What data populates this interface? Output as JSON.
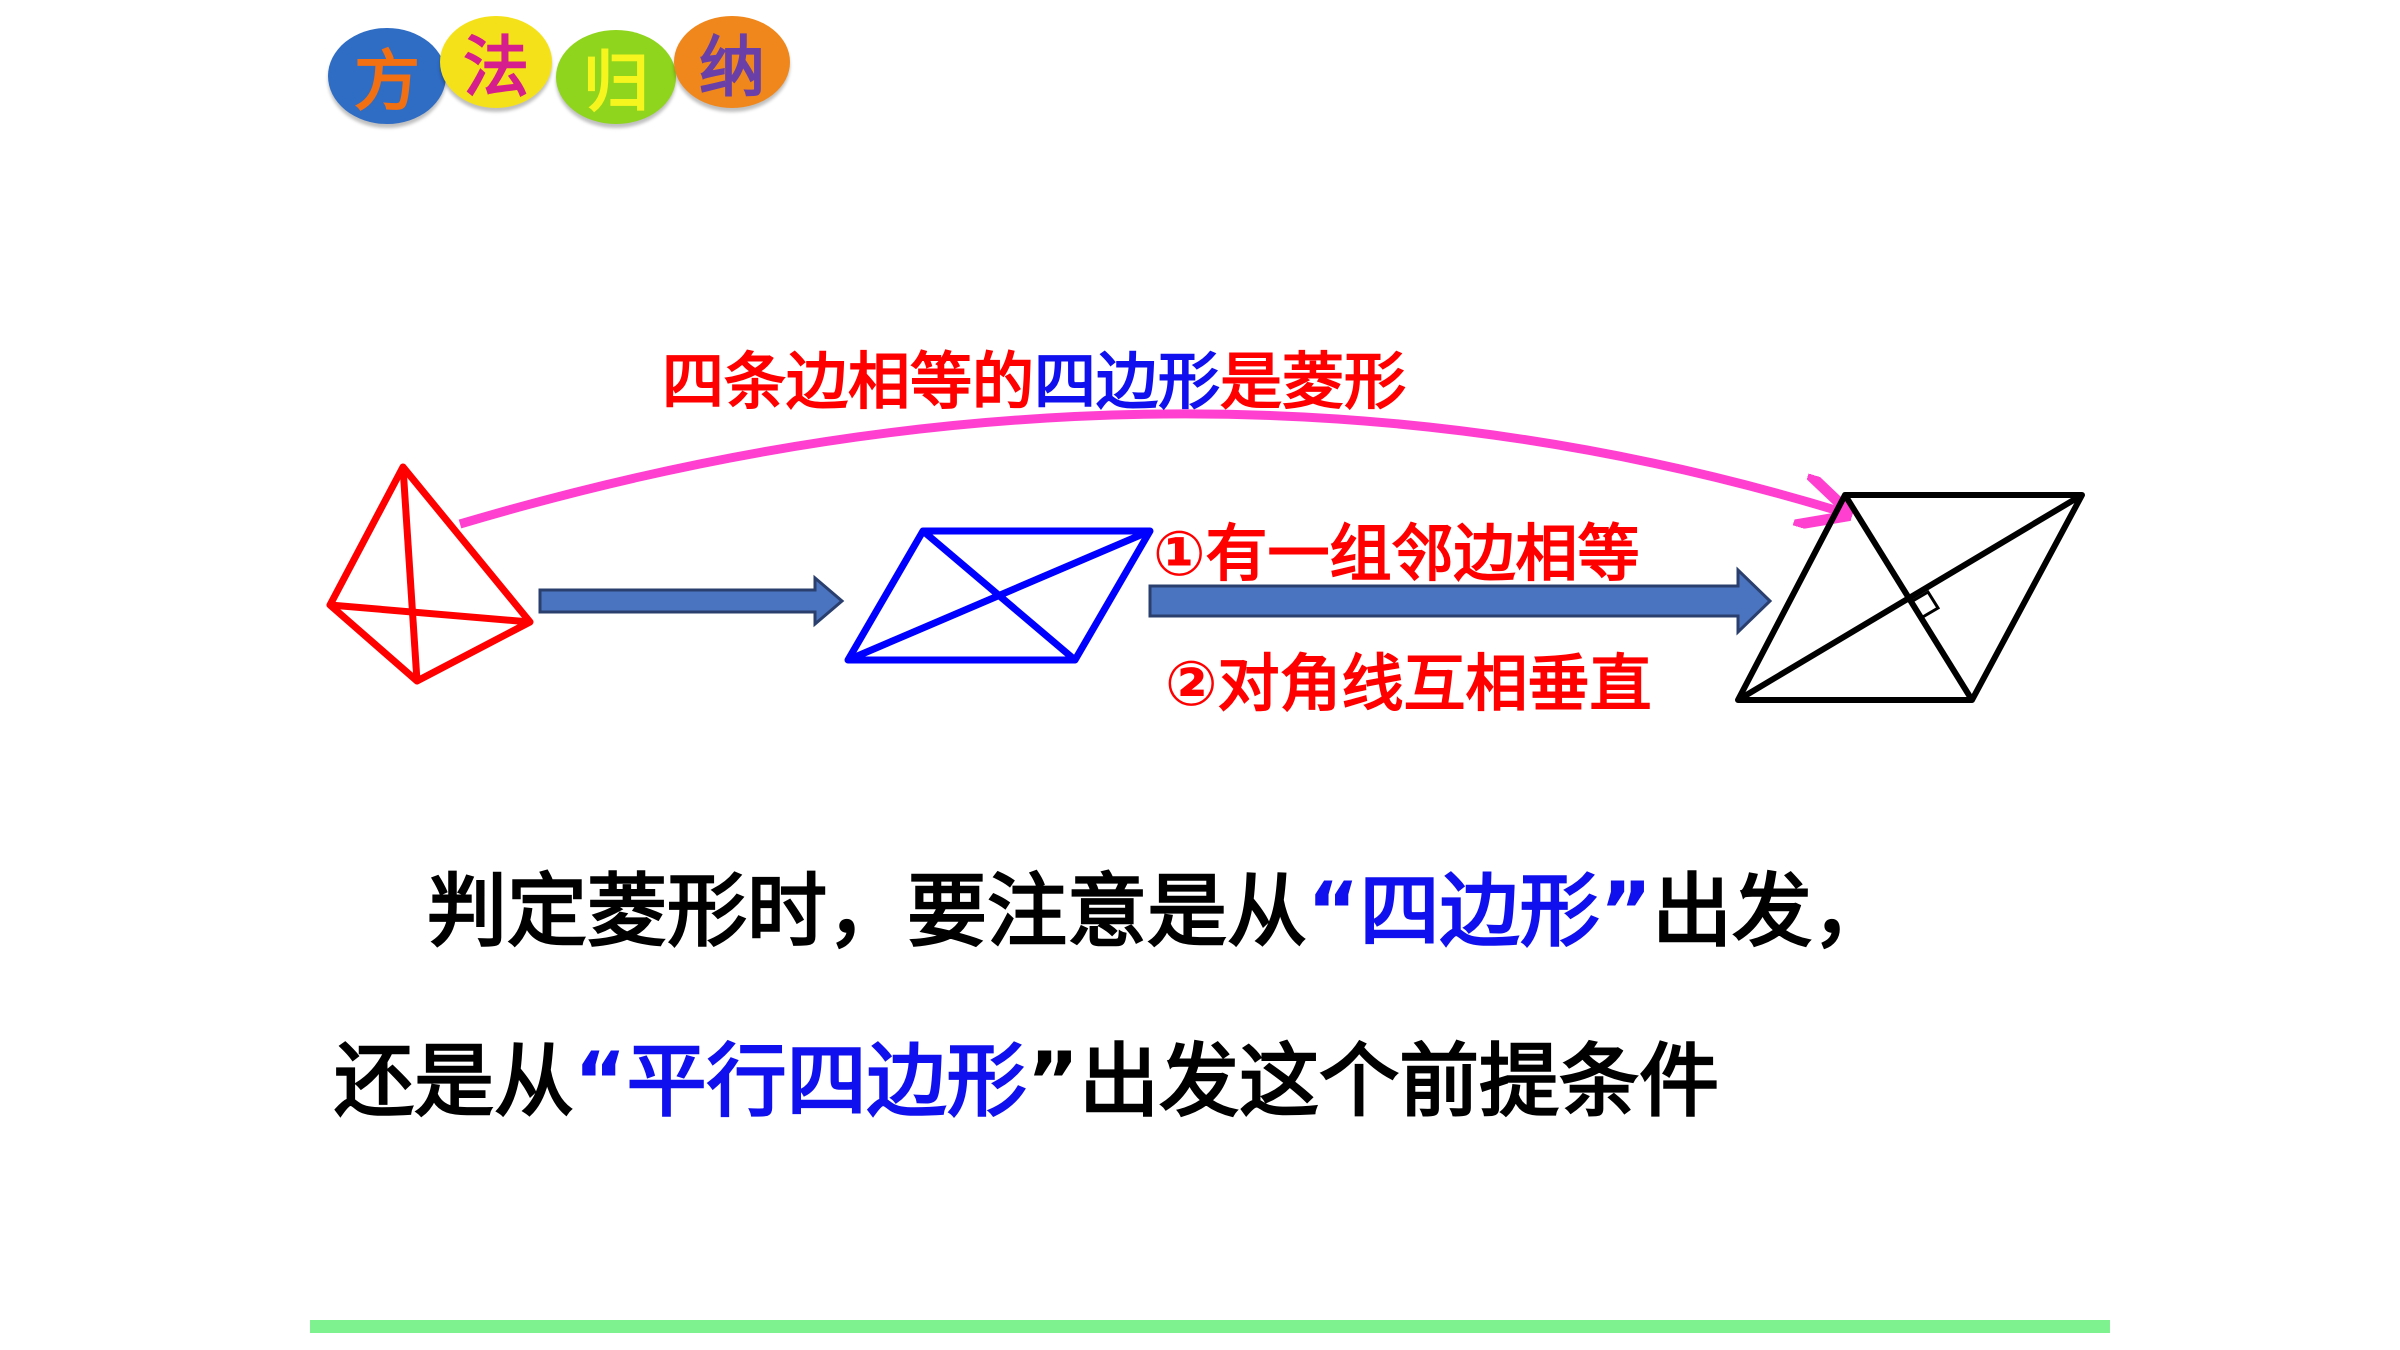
{
  "header": {
    "badges": [
      {
        "char": "方",
        "bg": "#2f6cc4",
        "fg": "#f26f12"
      },
      {
        "char": "法",
        "bg": "#f5e11a",
        "fg": "#d61f8c"
      },
      {
        "char": "归",
        "bg": "#8fd41d",
        "fg": "#f6f61e"
      },
      {
        "char": "纳",
        "bg": "#f0871c",
        "fg": "#6a3fa8"
      }
    ]
  },
  "diagram": {
    "top_label": {
      "part1": "四条边相等的",
      "part2": "四边形",
      "part3": "是菱形"
    },
    "condition_1": "①有一组邻边相等",
    "condition_2": "②对角线互相垂直",
    "colors": {
      "quadrilateral": "#ff0000",
      "parallelogram": "#0000ff",
      "rhombus": "#000000",
      "curve_arrow": "#ff3fd0",
      "block_arrow_fill": "#4a74c0",
      "block_arrow_stroke": "#2a3f6e",
      "label_red": "#ff0000",
      "label_blue": "#1010ee"
    }
  },
  "text": {
    "line1": {
      "part1": "判定菱形时，要注意是从",
      "quote_open": "“",
      "highlight": "四边形",
      "quote_close": "”",
      "part2": "出发，"
    },
    "line2": {
      "part1": "还是从",
      "quote_open": "“",
      "highlight": "平行四边形",
      "quote_close": "”",
      "part2": "出发这个前提条件"
    }
  },
  "footer": {
    "rule_color": "#7ef28e"
  }
}
